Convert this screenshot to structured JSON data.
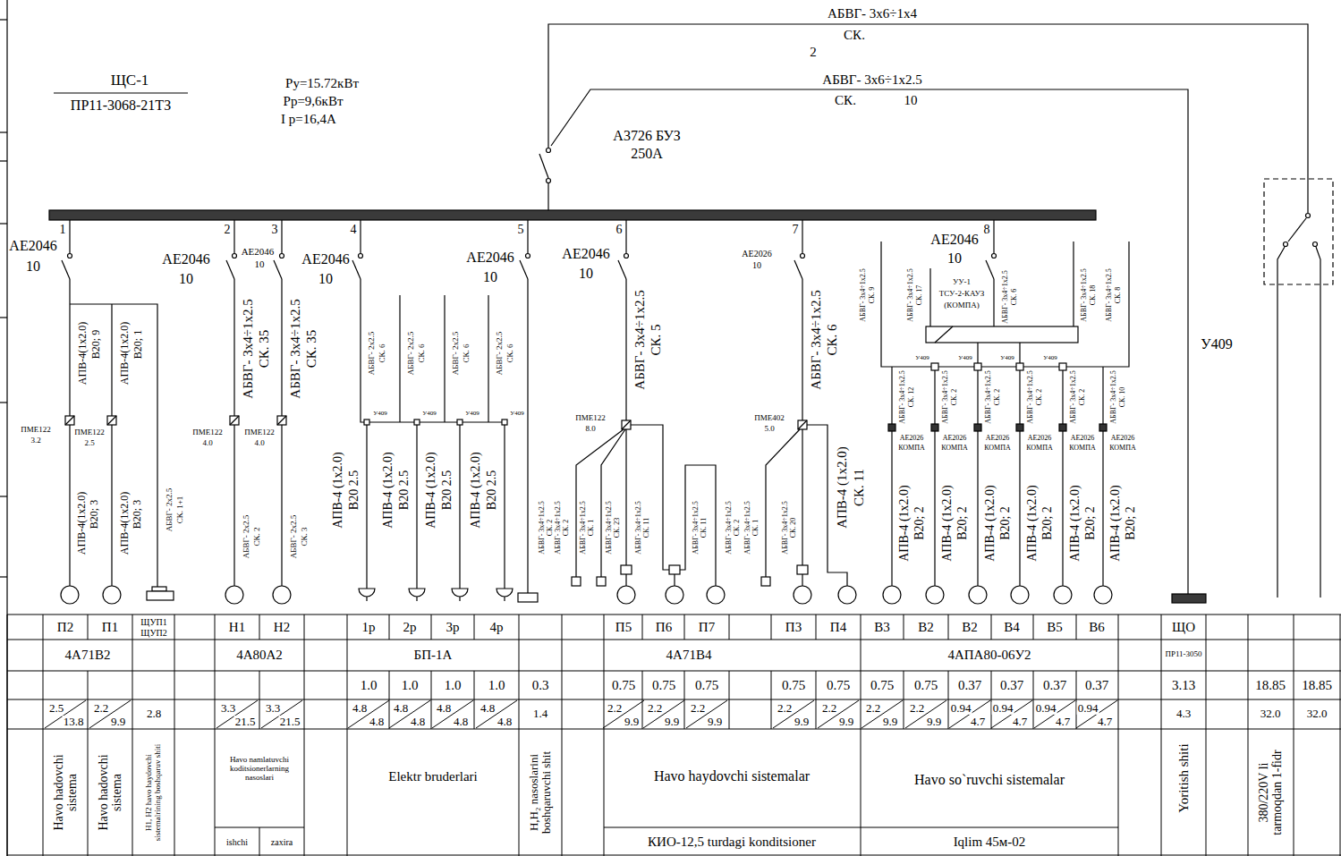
{
  "diagram": {
    "labels": [
      "ЩС-1",
      "ПР11-3068-21ТЗ",
      "Ру=15.72кВт",
      "Рр=9,6кВт",
      "I р=16,4А",
      "А3726 БУЗ",
      "250А",
      "АБВГ- 3х6÷1х4",
      "СК.",
      "2",
      "АБВГ- 3х6÷1х2.5",
      "СК.",
      "10",
      "У409",
      "1",
      "2",
      "3",
      "4",
      "5",
      "6",
      "7",
      "8",
      "АЕ2046",
      "10",
      "АЕ2046",
      "10",
      "АЕ2046",
      "10",
      "АЕ2046",
      "10",
      "АЕ2046",
      "10",
      "АЕ2046",
      "10",
      "АЕ2026",
      "10",
      "АЕ2046",
      "10",
      "АПВ-4(1х2.0)",
      "В20; 9",
      "АПВ-4(1х2.0)",
      "В20; 1",
      "ПМЕ122",
      "3.2",
      "ПМЕ122",
      "2.5",
      "АПВ-4(1х2.0)",
      "В20; 3",
      "АПВ-4(1х2.0)",
      "В20; 3",
      "АБВГ- 2х2.5",
      "СК. 1+1",
      "АБВГ- 3х4÷1х2.5",
      "СК. 35",
      "АБВГ- 3х4÷1х2.5",
      "СК. 35",
      "ПМЕ122",
      "4.0",
      "ПМЕ122",
      "4.0",
      "АБВГ- 2х2.5",
      "СК. 2",
      "АБВГ- 2х2.5",
      "СК. 3",
      "АБВГ- 2х2.5",
      "СК. 6",
      "АБВГ- 2х2.5",
      "СК. 6",
      "АБВГ- 2х2.5",
      "СК. 6",
      "АБВГ- 2х2.5",
      "СК. 6",
      "У409",
      "У409",
      "У409",
      "У409",
      "АПВ-4 (1х2.0)",
      "В20 2.5",
      "АПВ-4 (1х2.0)",
      "В20 2.5",
      "АПВ-4 (1х2.0)",
      "В20 2.5",
      "АПВ-4 (1х2.0)",
      "В20 2.5",
      "АБВГ- 3х4÷1х2.5",
      "СК. 5",
      "ПМЕ122",
      "8.0",
      "АБВГ- 3х4÷1х2.5",
      "СК. 2",
      "АБВГ- 3х4÷1х2.5",
      "СК. 2",
      "АБВГ- 3х4÷1х2.5",
      "СК. 1",
      "АБВГ- 3х4÷1х2.5",
      "СК. 23",
      "АБВГ- 3х4÷1х2.5",
      "СК. 11",
      "АБВГ- 3х4÷1х2.5",
      "СК. 11",
      "АБВГ- 3х4÷1х2.5",
      "СК. 6",
      "ПМЕ402",
      "5.0",
      "АБВГ- 3х4÷1х2.5",
      "СК. 2",
      "АБВГ- 3х4÷1х2.5",
      "СК. 1",
      "АБВГ- 3х4÷1х2.5",
      "СК. 20",
      "АПВ-4 (1х2.0)",
      "СК. 11",
      "УУ-1",
      "ТСУ-2-КАУЗ",
      "(КОМПА)",
      "АБВГ- 3х4÷1х2.5",
      "СК. 6",
      "АБВГ- 3х4÷1х2.5",
      "СК. 9",
      "АБВГ- 3х4÷1х2.5",
      "СК. 17",
      "АБВГ- 3х4÷1х2.5",
      "СК. 18",
      "АБВГ- 3х4÷1х2.5",
      "СК. 8",
      "У409",
      "У409",
      "У409",
      "У409",
      "АБВГ- 3х4÷1х2.5",
      "СК. 12",
      "АБВГ- 3х4÷1х2.5",
      "СК. 2",
      "АБВГ- 3х4÷1х2.5",
      "СК. 2",
      "АБВГ- 3х4÷1х2.5",
      "СК. 2",
      "АБВГ- 3х4÷1х2.5",
      "СК. 2",
      "АБВГ- 3х4÷1х2.5",
      "СК. 10",
      "АЕ2026",
      "КОМПА",
      "АЕ2026",
      "КОМПА",
      "АЕ2026",
      "КОМПА",
      "АЕ2026",
      "КОМПА",
      "АЕ2026",
      "КОМПА",
      "АЕ2026",
      "КОМПА",
      "АПВ-4 (1х2.0)",
      "В20; 2",
      "АПВ-4 (1х2.0)",
      "В20; 2",
      "АПВ-4 (1х2.0)",
      "В20; 2",
      "АПВ-4 (1х2.0)",
      "В20; 2",
      "АПВ-4 (1х2.0)",
      "В20; 2",
      "АПВ-4 (1х2.0)",
      "В20; 2",
      "П2",
      "П1",
      "ЩУП1",
      "ЩУП2",
      "Н1",
      "Н2",
      "1р",
      "2р",
      "3р",
      "4р",
      "П5",
      "П6",
      "П7",
      "П3",
      "П4",
      "В3",
      "В2",
      "В2",
      "В4",
      "В5",
      "В6",
      "ЩО",
      "4А71В2",
      "4А80А2",
      "БП-1А",
      "4А71В4",
      "4АПА80-06У2",
      "ПР11-3050",
      "1.0",
      "1.0",
      "1.0",
      "1.0",
      "0.3",
      "0.75",
      "0.75",
      "0.75",
      "0.75",
      "0.75",
      "0.75",
      "0.75",
      "0.37",
      "0.37",
      "0.37",
      "0.37",
      "3.13",
      "18.85",
      "18.85",
      "2.5",
      "13.8",
      "2.2",
      "9.9",
      "2.8",
      "3.3",
      "21.5",
      "3.3",
      "21.5",
      "4.8",
      "4.8",
      "4.8",
      "4.8",
      "4.8",
      "4.8",
      "4.8",
      "4.8",
      "1.4",
      "2.2",
      "9.9",
      "2.2",
      "9.9",
      "2.2",
      "9.9",
      "2.2",
      "9.9",
      "2.2",
      "9.9",
      "2.2",
      "9.9",
      "2.2",
      "9.9",
      "0.94",
      "4.7",
      "0.94",
      "4.7",
      "0.94",
      "4.7",
      "0.94",
      "4.7",
      "4.3",
      "32.0",
      "32.0",
      "Havo hadovchi sistema",
      "Havo hadovchi sistema",
      "H1, H2 havo haydovchi sistemalrining boshqaruv shiti",
      "Havo namlatuvchi koditsionerlarning nasoslari",
      "ishchi",
      "zaxira",
      "Elektr bruderlari",
      "H,H₂ nasoslarini boshqaruvchi shit",
      "Havo haydovchi sistemalar",
      "КИО-12,5 turdagi konditsioner",
      "Havo so`ruvchi sistemalar",
      "Iqlim 45м-02",
      "Yoritish shiti",
      "380/220V li tarmoqdan 1-fidr"
    ]
  }
}
